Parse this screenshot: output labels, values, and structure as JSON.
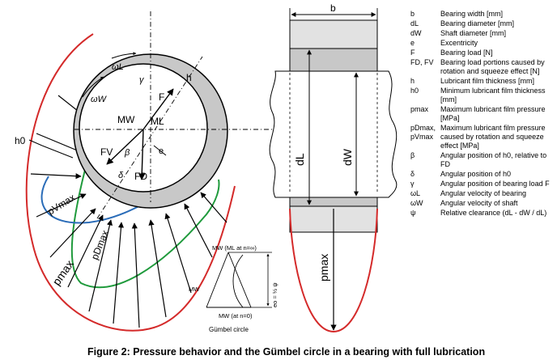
{
  "labels": {
    "b": "b",
    "h": "h",
    "h0": "h0",
    "omegaL": "ωL",
    "omegaW": "ωW",
    "gamma": "γ",
    "F": "F",
    "MW": "MW",
    "ML": "ML",
    "FV": "FV",
    "beta": "β",
    "e": "e",
    "delta": "δ",
    "FD": "FD",
    "pVmax": "pVmax",
    "pDmax": "pDmax",
    "pmax_left": "pmax",
    "pmax_right": "pmax",
    "dL": "dL",
    "dW": "dW"
  },
  "gumbel": {
    "top": "MW (ML at n=∞)",
    "left": "MW",
    "bottom": "MW (at n=0)",
    "side": "eo = ½ ψ",
    "title": "Gümbel circle"
  },
  "legend": [
    {
      "sym": "b",
      "desc": "Bearing width [mm]"
    },
    {
      "sym": "dL",
      "desc": "Bearing diameter [mm]"
    },
    {
      "sym": "dW",
      "desc": "Shaft diameter [mm]"
    },
    {
      "sym": "e",
      "desc": "Excentricity"
    },
    {
      "sym": "F",
      "desc": "Bearing load [N]"
    },
    {
      "sym": "FD, FV",
      "desc": "Bearing load portions caused by rotation and squeeze effect [N]"
    },
    {
      "sym": "h",
      "desc": "Lubricant film thickness [mm]"
    },
    {
      "sym": "h0",
      "desc": "Minimum lubricant film thickness [mm]"
    },
    {
      "sym": "pmax",
      "desc": "Maximum lubricant film pressure [MPa]"
    },
    {
      "sym": "pDmax, pVmax",
      "desc": "Maximum lubricant film pressure caused by rotation and squeeze effect [MPa]"
    },
    {
      "sym": "β",
      "desc": "Angular position of h0, relative to FD"
    },
    {
      "sym": "δ",
      "desc": "Angular position of h0"
    },
    {
      "sym": "γ",
      "desc": "Angular position of bearing load F"
    },
    {
      "sym": "ωL",
      "desc": "Angular velocity of bearing"
    },
    {
      "sym": "ωW",
      "desc": "Angular velocity of shaft"
    },
    {
      "sym": "ψ",
      "desc": "Relative clearance (dL - dW / dL)"
    }
  ],
  "caption": "Figure 2: Pressure behavior and the Gümbel circle in a bearing with full lubrication",
  "colors": {
    "red": "#d42a2a",
    "green": "#1f9a3c",
    "blue": "#2a6cb8",
    "gray": "#c8c8c8"
  }
}
